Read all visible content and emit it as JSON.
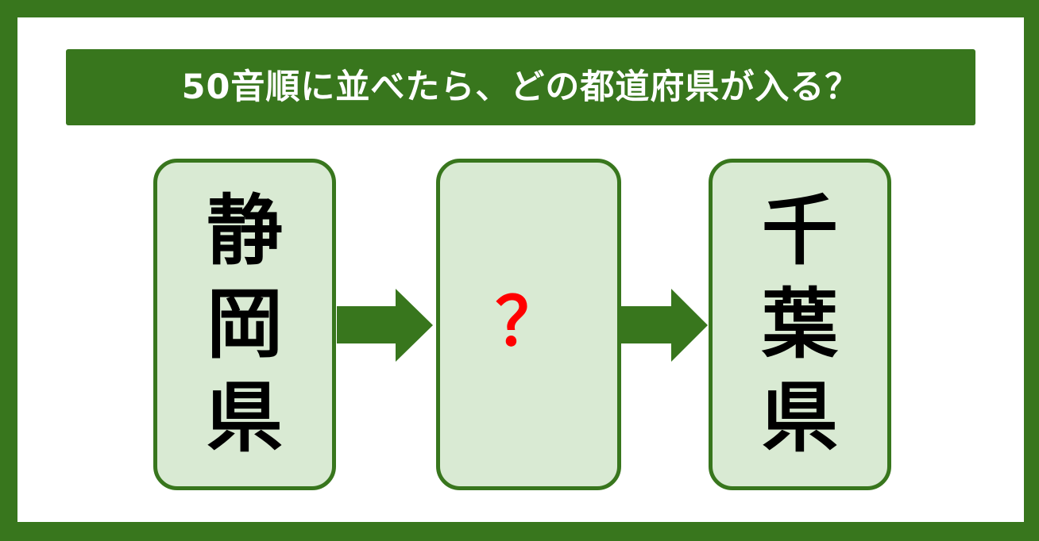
{
  "banner": {
    "title": "50音順に並べたら、どの都道府県が入る？"
  },
  "sequence": [
    {
      "name": "静岡県",
      "chars": [
        "静",
        "岡",
        "県"
      ]
    },
    {
      "name": "?",
      "placeholder": "？"
    },
    {
      "name": "千葉県",
      "chars": [
        "千",
        "葉",
        "県"
      ]
    }
  ],
  "colors": {
    "frame": "#38761d",
    "card_fill": "#d9ead3",
    "card_border": "#38761d",
    "question_mark": "#ff0000",
    "arrow": "#38761d"
  },
  "icons": {
    "arrow": "arrow-right-icon"
  }
}
